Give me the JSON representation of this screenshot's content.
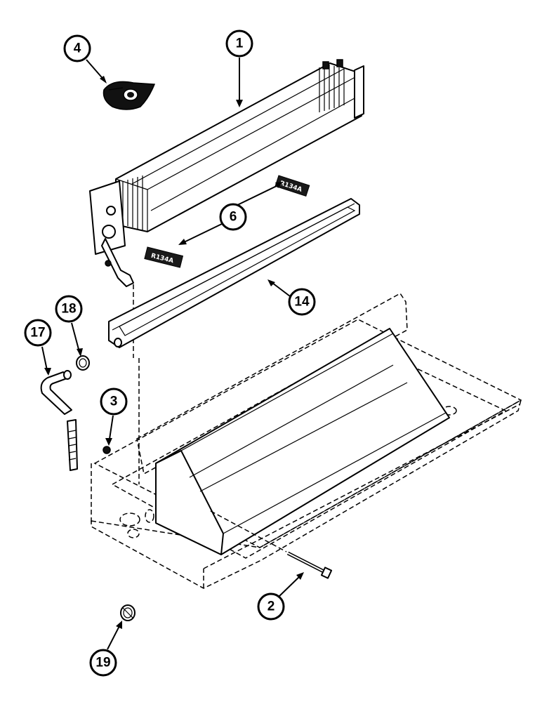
{
  "diagram": {
    "callouts": [
      {
        "id": "item-1",
        "number": "1"
      },
      {
        "id": "item-2",
        "number": "2"
      },
      {
        "id": "item-3",
        "number": "3"
      },
      {
        "id": "item-4",
        "number": "4"
      },
      {
        "id": "item-6",
        "number": "6"
      },
      {
        "id": "item-14",
        "number": "14"
      },
      {
        "id": "item-17",
        "number": "17"
      },
      {
        "id": "item-18",
        "number": "18"
      },
      {
        "id": "item-19",
        "number": "19"
      }
    ],
    "plates": {
      "plate_right": "R134A",
      "plate_left": "R134A"
    },
    "colors": {
      "line": "#000000",
      "background": "#ffffff"
    }
  }
}
